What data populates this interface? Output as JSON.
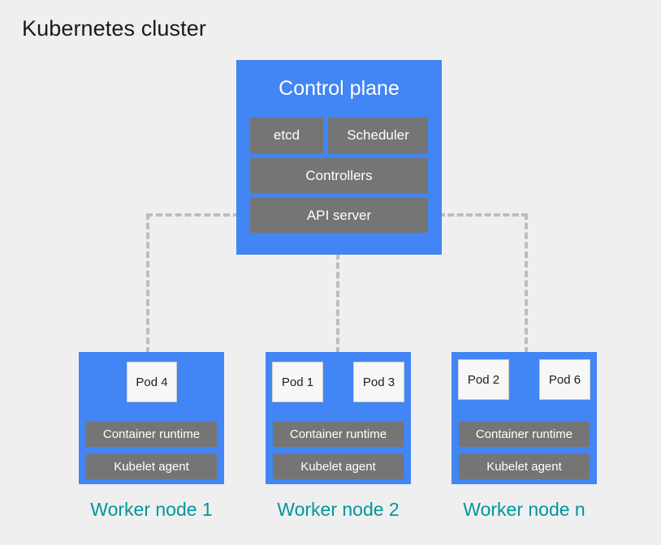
{
  "title": "Kubernetes cluster",
  "colors": {
    "background": "#efefef",
    "node_blue": "#4285f4",
    "component_gray": "#757575",
    "pod_white": "#f7f7f7",
    "caption_teal": "#00969c",
    "connector_gray": "#bdbdbd",
    "title_text": "#1a1a1a"
  },
  "control_plane": {
    "title": "Control plane",
    "components": [
      {
        "label": "etcd"
      },
      {
        "label": "Scheduler"
      },
      {
        "label": "Controllers"
      },
      {
        "label": "API server"
      }
    ]
  },
  "worker_nodes": [
    {
      "caption": "Worker node 1",
      "pods": [
        {
          "label": "Pod 4"
        }
      ],
      "runtime": "Container runtime",
      "kubelet": "Kubelet agent"
    },
    {
      "caption": "Worker node 2",
      "pods": [
        {
          "label": "Pod 1"
        },
        {
          "label": "Pod 3"
        }
      ],
      "runtime": "Container runtime",
      "kubelet": "Kubelet agent"
    },
    {
      "caption": "Worker node n",
      "pods": [
        {
          "label": "Pod 2"
        },
        {
          "label": "Pod 6"
        }
      ],
      "runtime": "Container runtime",
      "kubelet": "Kubelet agent"
    }
  ],
  "connectors": [
    {
      "name": "api-server-to-worker-node-1",
      "style": "dashed"
    },
    {
      "name": "api-server-to-worker-node-2",
      "style": "dashed"
    },
    {
      "name": "api-server-to-worker-node-n",
      "style": "dashed"
    }
  ]
}
